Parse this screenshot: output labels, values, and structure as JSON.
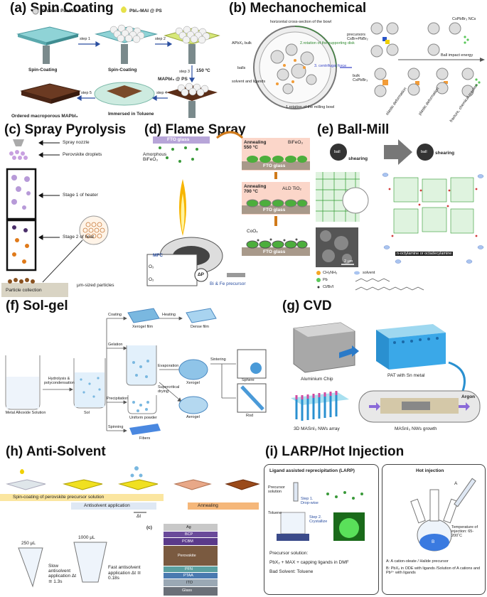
{
  "panels": {
    "a": {
      "title": "(a) Spin Coating",
      "labels": {
        "ordered_ps": "Ordered Packed PS",
        "pbi2_mai_ps": "PbI₂-MAI @ PS",
        "step1": "step 1",
        "step2": "step 2",
        "step3": "step 3",
        "step4": "step 4",
        "step5": "step 5",
        "temp": "150 ºC",
        "spin1": "Spin-Coating",
        "spin2": "Spin-Coating",
        "mapbi3_ps": "MAPbI₃ @ PS",
        "macroporous": "Ordered macroporous MAPbI₃",
        "toluene": "Immersed in Toluene"
      }
    },
    "b": {
      "title": "(b) Mechanochemical",
      "labels": {
        "cross_section": "horizontal cross-section of the bowl",
        "apbx3": "APbX₃ bulk",
        "rotation_disk": "2.rotation of the supporting disk",
        "centrifugal": "3. centrifugal force",
        "balls": "balls",
        "solvent": "solvent and ligands",
        "milling": "1.rotation of the milling bowl",
        "precursors": "precursors CsBr+PbBr₂",
        "cspbbr3_ncs": "CsPbBr₃ NCs",
        "impact": "Ball impact energy",
        "bulk": "bulk CsPbBr₃",
        "elastic": "elastic deformation",
        "plastic": "plastic deformation",
        "fracture": "fracture, chemical reaction"
      }
    },
    "c": {
      "title": "(c) Spray Pyrolysis",
      "labels": {
        "nozzle": "Spray nozzle",
        "droplets": "Perovskite droplets",
        "stage1": "Stage 1 of heater",
        "stage2": "Stage 2 of heat",
        "particles": "μm-sized particles",
        "collection": "Particle collection"
      }
    },
    "d": {
      "title": "(d) Flame Spray",
      "labels": {
        "fto_top": "FTO glass",
        "amorphous": "Amorphous BiFeO₃",
        "anneal1": "Annealing 550 °C",
        "bifeo3": "BiFeO₃",
        "fto1": "FTO glass",
        "anneal2": "Annealing 700 °C",
        "ald": "ALD TiO₂",
        "fto2": "FTO glass",
        "coox": "CoOₓ",
        "fto3": "FTO glass",
        "mfc": "MFC",
        "o2a": "O₂",
        "o2b": "O₂",
        "dp": "ΔP",
        "precursor": "Bi & Fe precursor"
      }
    },
    "e": {
      "title": "(e) Ball-Mill",
      "labels": {
        "ball1": "ball",
        "shear1": "shearing",
        "ball2": "ball",
        "shear2": "shearing",
        "ligand_label": "n-octylamine or octadecylamine",
        "scale": "2 μm",
        "ch3nh3": "CH₃NH₃",
        "pb": "Pb",
        "halide": "Cl/Br/I",
        "solvent": "solvent"
      }
    },
    "f": {
      "title": "(f) Sol-gel",
      "labels": {
        "alkoxide": "Metal Alkoxide Solution",
        "hydrolysis": "Hydrolysis & polycondensation",
        "sol": "Sol",
        "coating": "Coating",
        "xerogel_film": "Xerogel film",
        "heating": "Heating",
        "dense_film": "Dense film",
        "gelation": "Gelation",
        "evaporation": "Evaporation",
        "xerogel": "Xerogel",
        "sintering": "Sintering",
        "sphere": "Sphere",
        "supercritical": "Supercritical drying",
        "aerogel": "Aerogel",
        "rod": "Rod",
        "precipitation": "Precipitation",
        "uniform_powder": "Uniform powder",
        "spinning": "Spinning",
        "fibers": "Fibers"
      }
    },
    "g": {
      "title": "(g) CVD",
      "labels": {
        "chip": "Aluminium Chip",
        "pat": "PAT with Sn metal",
        "array": "3D MASnI₃ NWs array",
        "growth": "MASnI₃ NWs growth",
        "argon": "Argon"
      }
    },
    "h": {
      "title": "(h) Anti-Solvent",
      "labels": {
        "spin": "Spin-coating of perovskite precursor solution",
        "anneal": "Annealing",
        "antisolvent": "Antisolvent application",
        "dt": "Δt",
        "v250": "250 μL",
        "v1000": "1000 μL",
        "slow": "Slow antisolvent application Δt ≅ 1.3s",
        "fast": "Fast antisolvent application Δt ≅ 0.18s",
        "sub_c": "(c)",
        "layers": [
          "Ag",
          "BCP",
          "PCBM",
          "Perovskite",
          "PFN",
          "PTAA",
          "ITO",
          "Glass"
        ]
      }
    },
    "i": {
      "title": "(i) LARP/Hot Injection",
      "labels": {
        "larp": "Ligand assisted reprecipitation (LARP)",
        "precursor_sol": "Precursor solution",
        "step1": "Step 1. Drop-wise",
        "toluene": "Toluene",
        "step2": "Step 2. Crystallize",
        "precursor_text": "Precursor solution:",
        "recipe": "PbX₂ + MAX + capping ligands in DMF",
        "bad_solvent": "Bad Solvent: Toluene",
        "hot": "Hot injection",
        "a": "A",
        "b": "B",
        "temp": "Temperature of injection: 65-200˚C",
        "a_desc": "A: A cation-oleate / Halide precursor",
        "b_desc": "B: PbX₂ in ODE with ligands /Solution of A cations and Pb²⁺ with ligands"
      }
    }
  },
  "colors": {
    "perovskite_dark": "#5a2e1a",
    "ps_sphere": "#e8e8e8",
    "substrate_teal": "#5fb6b2",
    "flame": "#f7b500",
    "fto_pink": "#f0b5a8",
    "cvd_blue": "#2aa0d8",
    "anneal_orange": "#f5a623"
  }
}
